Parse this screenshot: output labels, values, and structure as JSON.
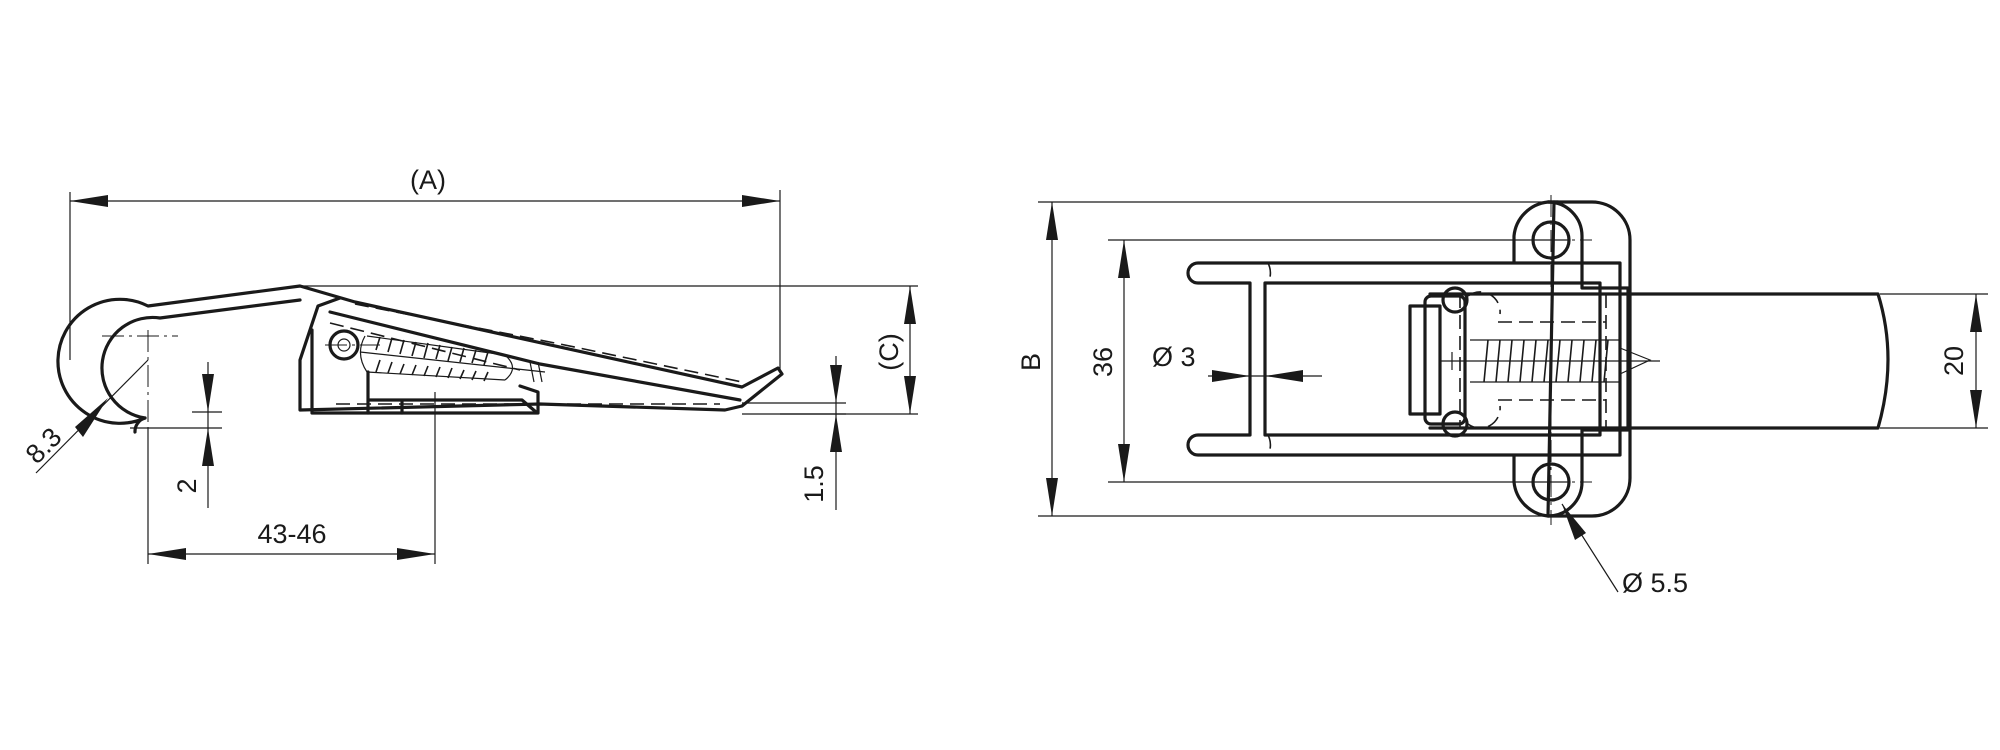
{
  "side_view": {
    "dimensions": {
      "overall_length": "(A)",
      "height": "(C)",
      "hook_radius": "8.3",
      "hook_offset": "2",
      "adjust_range": "43-46",
      "plate_thickness": "1.5"
    }
  },
  "top_view": {
    "dimensions": {
      "overall_width": "B",
      "hole_spacing": "36",
      "wire_diameter": "Ø 3",
      "strap_width": "20",
      "hole_diameter": "Ø 5.5"
    }
  }
}
